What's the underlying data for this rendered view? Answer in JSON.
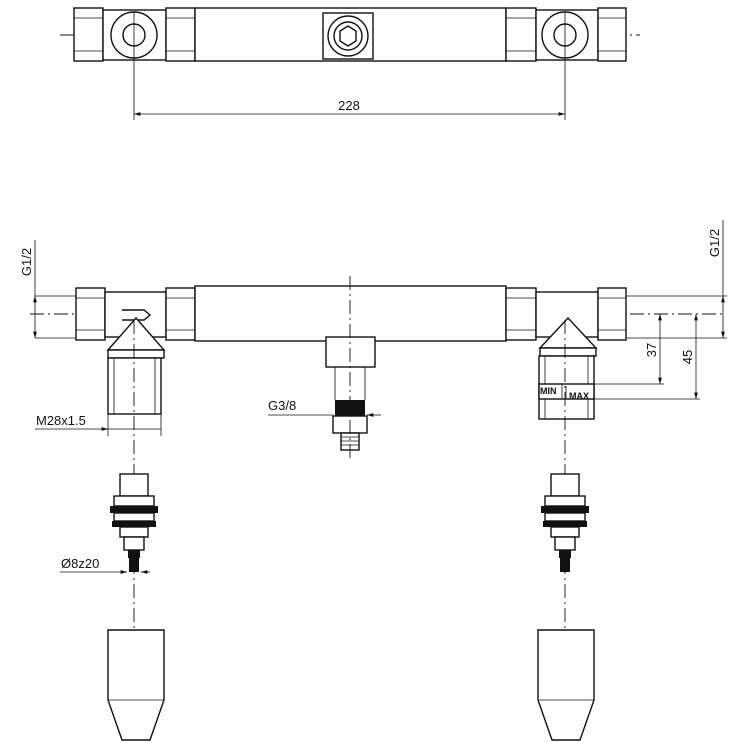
{
  "dimensions": {
    "width": "228",
    "left_thread": "G1/2",
    "right_thread": "G1/2",
    "center_thread": "G3/8",
    "scale_offset": "37",
    "height": "45",
    "outlet_thread": "M28x1.5",
    "spindle": "Ø8z20"
  },
  "labels": {
    "min": "MIN",
    "max": "MAX"
  }
}
